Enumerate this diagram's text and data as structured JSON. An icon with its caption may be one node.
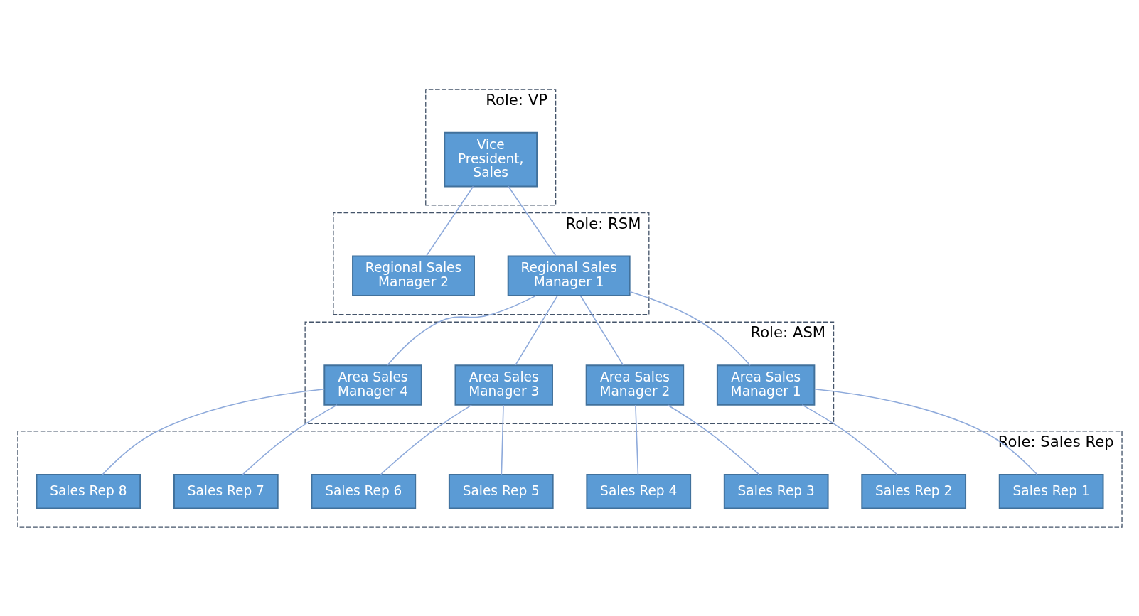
{
  "diagram": {
    "nodes": [
      {
        "text": [
          "Role: VP"
        ]
      },
      {
        "text": [
          "Vice President, Sales"
        ],
        "in": 0
      },
      {
        "text": [
          "Role: RSM"
        ]
      },
      {
        "text": [
          "Regional Sales Manager 1"
        ],
        "in": 2
      },
      {
        "text": [
          "Regional Sales Manager 2"
        ],
        "in": 2
      },
      {
        "text": [
          "Role: ASM"
        ]
      },
      {
        "text": [
          "Area Sales Manager 1"
        ],
        "in": 5
      },
      {
        "text": [
          "Area Sales Manager 2"
        ],
        "in": 5
      },
      {
        "text": [
          "Area Sales Manager 3"
        ],
        "in": 5
      },
      {
        "text": [
          "Area Sales Manager 4"
        ],
        "in": 5
      },
      {
        "text": [
          "Role: Sales Rep"
        ]
      },
      {
        "text": [
          "Sales Rep 1"
        ],
        "in": 10
      },
      {
        "text": [
          "Sales Rep 2"
        ],
        "in": 10
      },
      {
        "text": [
          "Sales Rep 3"
        ],
        "in": 10
      },
      {
        "text": [
          "Sales Rep 4"
        ],
        "in": 10
      },
      {
        "text": [
          "Sales Rep 5"
        ],
        "in": 10
      },
      {
        "text": [
          "Sales Rep 6"
        ],
        "in": 10
      },
      {
        "text": [
          "Sales Rep 7"
        ],
        "in": 10
      },
      {
        "text": [
          "Sales Rep 8"
        ],
        "in": 10
      }
    ],
    "edges": [
      {
        "from": 1,
        "to": 3,
        "arrow": "none"
      },
      {
        "from": 1,
        "to": 4,
        "arrow": "none"
      },
      {
        "from": 3,
        "to": 6,
        "arrow": "none"
      },
      {
        "from": 3,
        "to": 7,
        "arrow": "none"
      },
      {
        "from": 3,
        "to": 8,
        "arrow": "none"
      },
      {
        "from": 3,
        "to": 9,
        "arrow": "none"
      },
      {
        "from": 6,
        "to": 11,
        "arrow": "none"
      },
      {
        "from": 6,
        "to": 12,
        "arrow": "none"
      },
      {
        "from": 7,
        "to": 13,
        "arrow": "none"
      },
      {
        "from": 7,
        "to": 14,
        "arrow": "none"
      },
      {
        "from": 8,
        "to": 15,
        "arrow": "none"
      },
      {
        "from": 8,
        "to": 16,
        "arrow": "none"
      },
      {
        "from": 9,
        "to": 17,
        "arrow": "none"
      },
      {
        "from": 9,
        "to": 18,
        "arrow": "none"
      }
    ]
  }
}
